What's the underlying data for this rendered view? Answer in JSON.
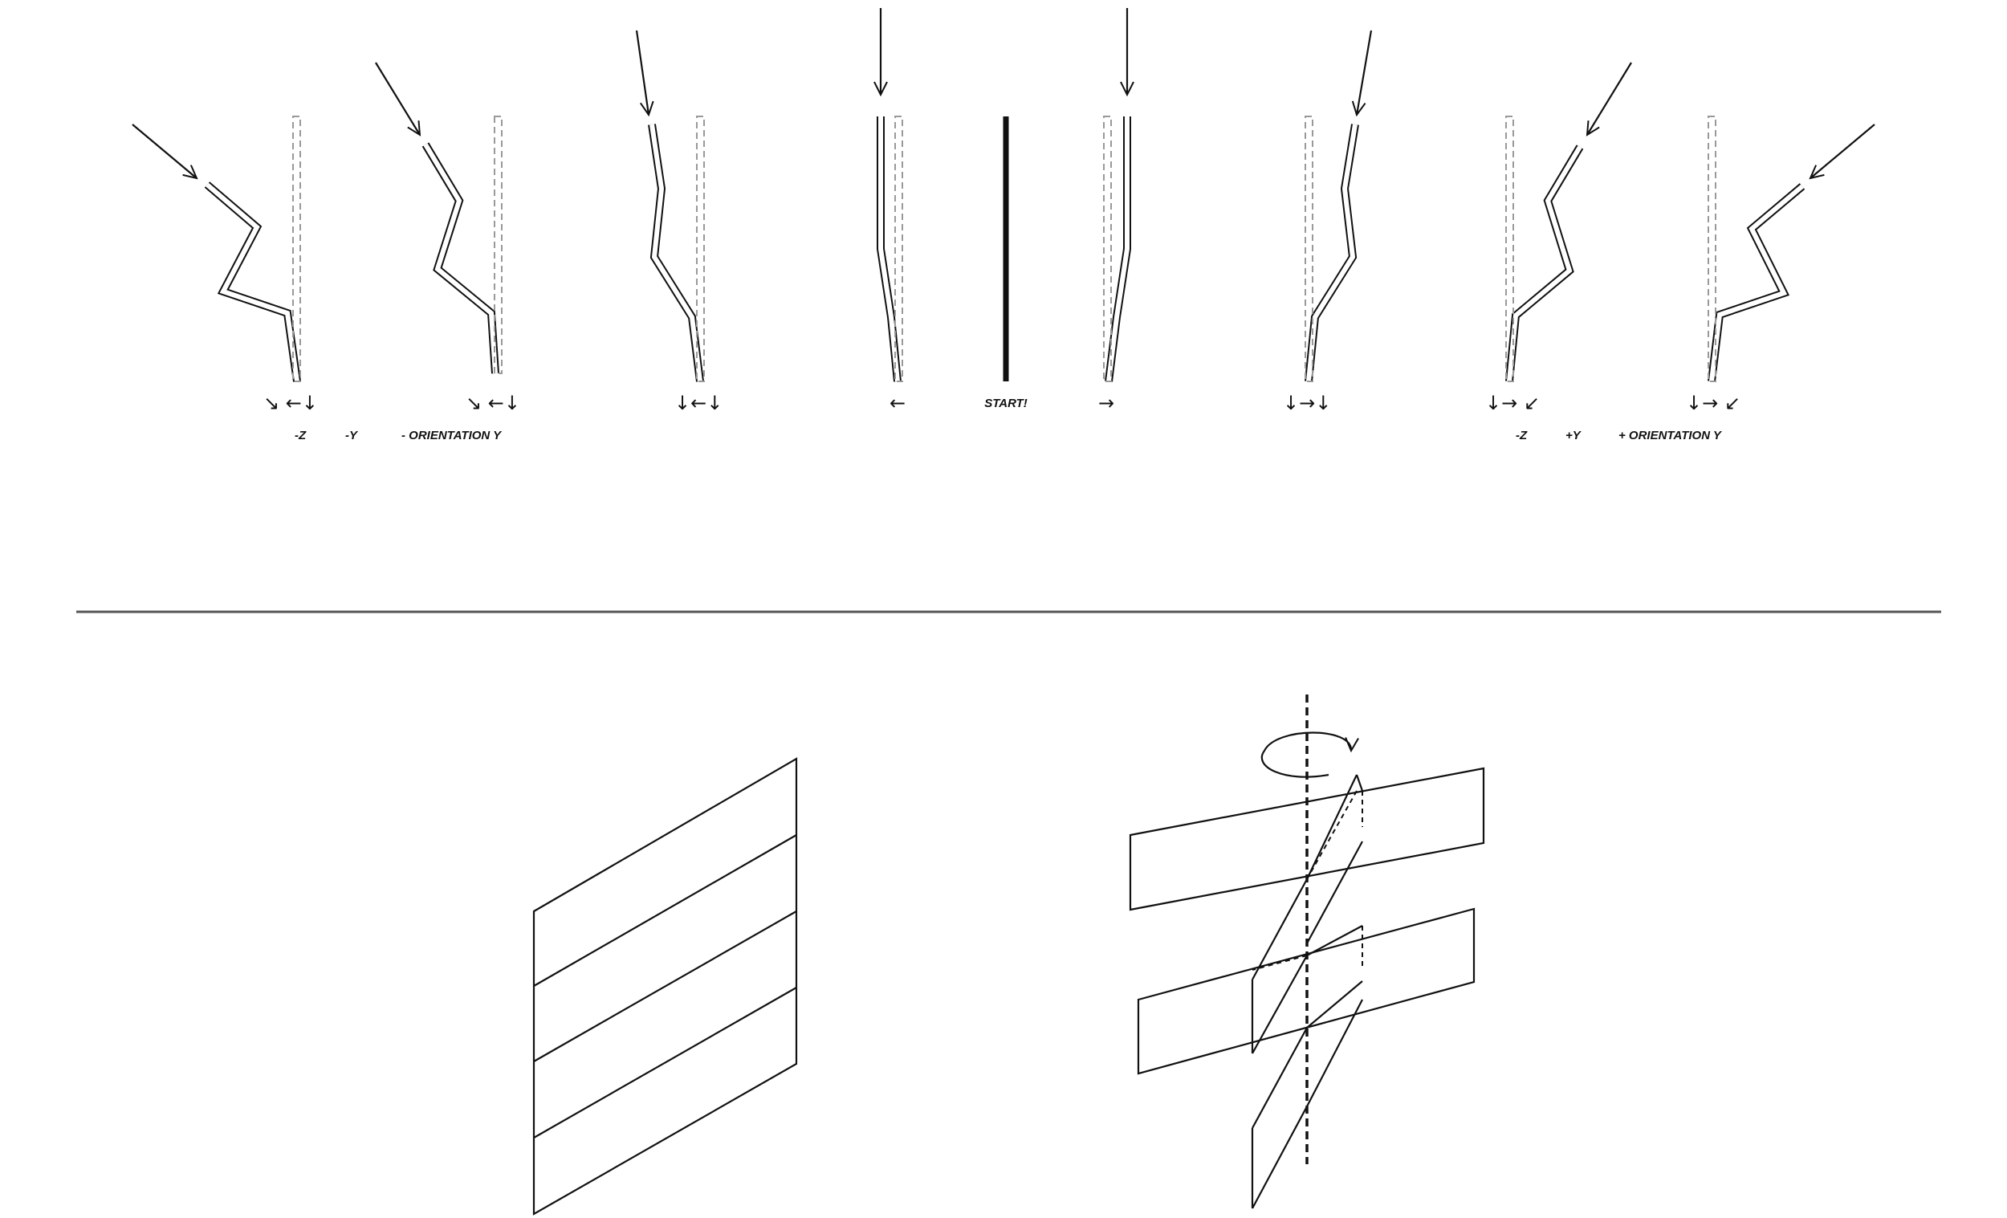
{
  "labels": {
    "minus_z": "-Z",
    "minus_y": "-Y",
    "minus_orientation_y": "- ORIENTATION Y",
    "start": "START!",
    "plus_z": "-Z",
    "plus_y": "+Y",
    "plus_orientation_y": "+ ORIENTATION Y"
  },
  "direction_glyphs": {
    "s1": "↘ ←↓",
    "s2": "↘ ←↓",
    "s3": "↓←↓",
    "s4": "←",
    "s6": "→",
    "s7": "↓→↓",
    "s8": "↓→ ↙",
    "s9": "↓→ ↙"
  }
}
